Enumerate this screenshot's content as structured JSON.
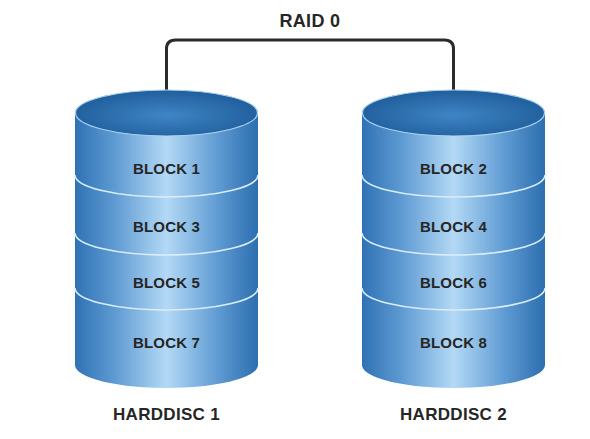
{
  "diagram": {
    "nodes": [
      {
        "text": [
          "HARDDISC 1"
        ]
      },
      {
        "text": [
          "BLOCK 1"
        ],
        "in": 0
      },
      {
        "text": [
          "BLOCK 3"
        ],
        "in": 0
      },
      {
        "text": [
          "BLOCK 5"
        ],
        "in": 0
      },
      {
        "text": [
          "BLOCK 7"
        ],
        "in": 0
      },
      {
        "text": [
          "HARDDISC 2"
        ]
      },
      {
        "text": [
          "BLOCK 2"
        ],
        "in": 5
      },
      {
        "text": [
          "BLOCK 4"
        ],
        "in": 5
      },
      {
        "text": [
          "BLOCK 6"
        ],
        "in": 5
      },
      {
        "text": [
          "BLOCK 8"
        ],
        "in": 5
      }
    ],
    "edges": [
      {
        "from": 0,
        "to": 5,
        "label": "RAID 0",
        "arrow": "none"
      }
    ]
  }
}
